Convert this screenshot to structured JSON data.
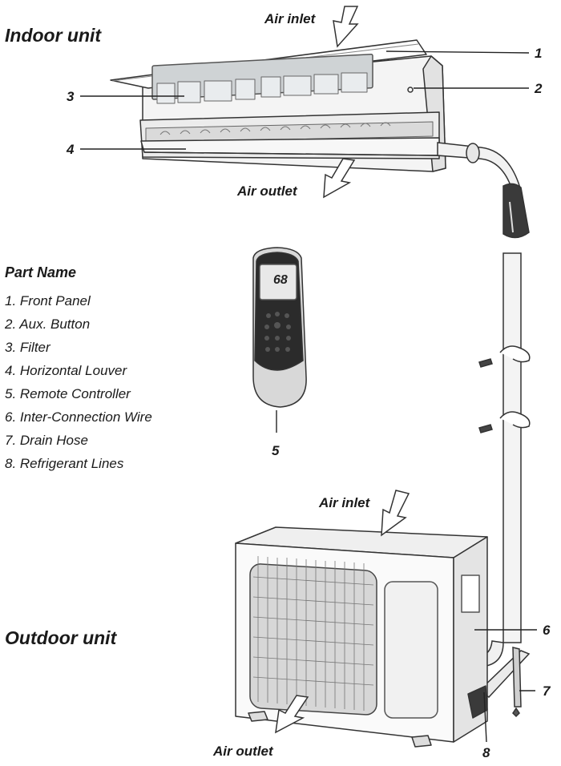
{
  "labels": {
    "indoor_title": "Indoor unit",
    "outdoor_title": "Outdoor unit",
    "indoor_air_inlet": "Air inlet",
    "indoor_air_outlet": "Air outlet",
    "outdoor_air_inlet": "Air inlet",
    "outdoor_air_outlet": "Air outlet"
  },
  "callouts": [
    "1",
    "2",
    "3",
    "4",
    "5",
    "6",
    "7",
    "8"
  ],
  "remote_display": {
    "temperature": "68"
  },
  "parts": {
    "title": "Part Name",
    "items": [
      "1.  Front Panel",
      "2.  Aux. Button",
      "3.  Filter",
      "4.  Horizontal Louver",
      "5.  Remote Controller",
      "6.  Inter-Connection Wire",
      "7.  Drain Hose",
      "8.  Refrigerant Lines"
    ]
  }
}
